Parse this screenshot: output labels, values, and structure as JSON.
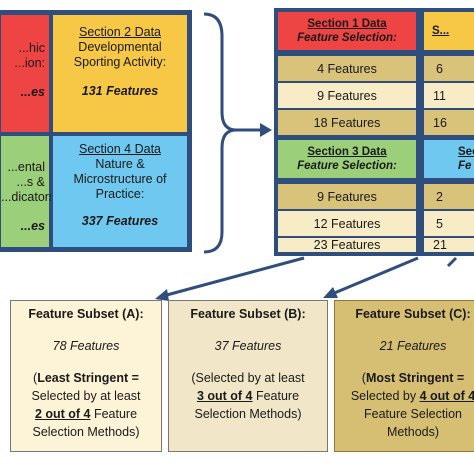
{
  "quadrants": {
    "q1": {
      "lines": [
        "...hic",
        "...ion:"
      ],
      "features": "...es"
    },
    "q2": {
      "title": "Section 2 Data",
      "lines": [
        "Developmental",
        "Sporting Activity:"
      ],
      "features": "131 Features"
    },
    "q3": {
      "lines": [
        "...ental",
        "...s &",
        "...dicators:"
      ],
      "features": "...es"
    },
    "q4": {
      "title": "Section 4 Data",
      "lines": [
        "Nature &",
        "Microstructure of",
        "Practice:"
      ],
      "features": "337 Features"
    }
  },
  "table": {
    "s1": {
      "title": "Section 1 Data",
      "subtitle": "Feature Selection:",
      "rows": [
        "4 Features",
        "9 Features",
        "18 Features"
      ]
    },
    "s2": {
      "title": "S...",
      "rows": [
        "6",
        "11",
        "16"
      ]
    },
    "s3": {
      "title": "Section 3 Data",
      "subtitle": "Feature Selection:",
      "rows": [
        "9 Features",
        "12 Features",
        "23 Features"
      ]
    },
    "s4": {
      "title": "Sect",
      "subtitle": "Fe",
      "rows": [
        "2",
        "5",
        "21"
      ]
    }
  },
  "subsets": {
    "a": {
      "title": "Feature Subset (A):",
      "features": "78 Features",
      "l1_bold": "Least Stringent",
      "l1_rest": " =",
      "l2": "Selected by at least",
      "l3_bu": "2 out of 4",
      "l3_rest": " Feature",
      "l4": "Selection Methods)"
    },
    "b": {
      "title": "Feature Subset (B):",
      "features": "37 Features",
      "l1": "(Selected by at least",
      "l2_bu": "3 out of 4",
      "l2_rest": " Feature",
      "l3": "Selection Methods)"
    },
    "c": {
      "title": "Feature Subset (C):",
      "features": "21 Features",
      "l1_bold": "Most Stringent",
      "l1_rest": " =",
      "l2_pre": "Selected by ",
      "l2_bu": "4 out of 4",
      "l3": "Feature Selection",
      "l4": "Methods)"
    }
  },
  "colors": {
    "red": "#ef4444",
    "yellow": "#f7c845",
    "green": "#9ccf7a",
    "blue": "#6fc8ef",
    "tan": "#d9c37a",
    "cream": "#f8ecc6",
    "border": "#2f4e7e"
  }
}
